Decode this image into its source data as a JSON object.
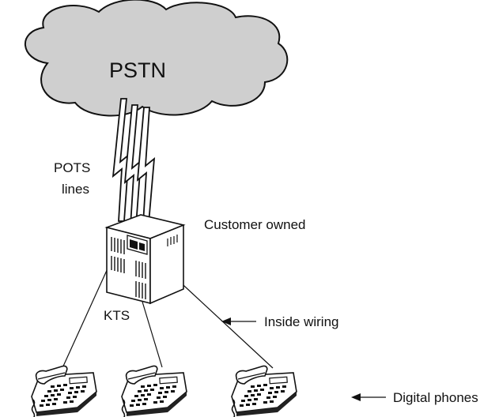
{
  "labels": {
    "cloud": "PSTN",
    "lines_1": "POTS",
    "lines_2": "lines",
    "owner": "Customer owned",
    "kts": "KTS",
    "wiring": "Inside wiring",
    "phones": "Digital phones"
  },
  "colors": {
    "cloud_fill": "#cfcfcf",
    "stroke": "#111111",
    "background": "#ffffff"
  },
  "icons": {
    "network": "cloud-icon",
    "switch": "key-telephone-system-cabinet-icon",
    "endpoint": "desk-telephone-icon",
    "pointer": "arrow-left-icon"
  }
}
